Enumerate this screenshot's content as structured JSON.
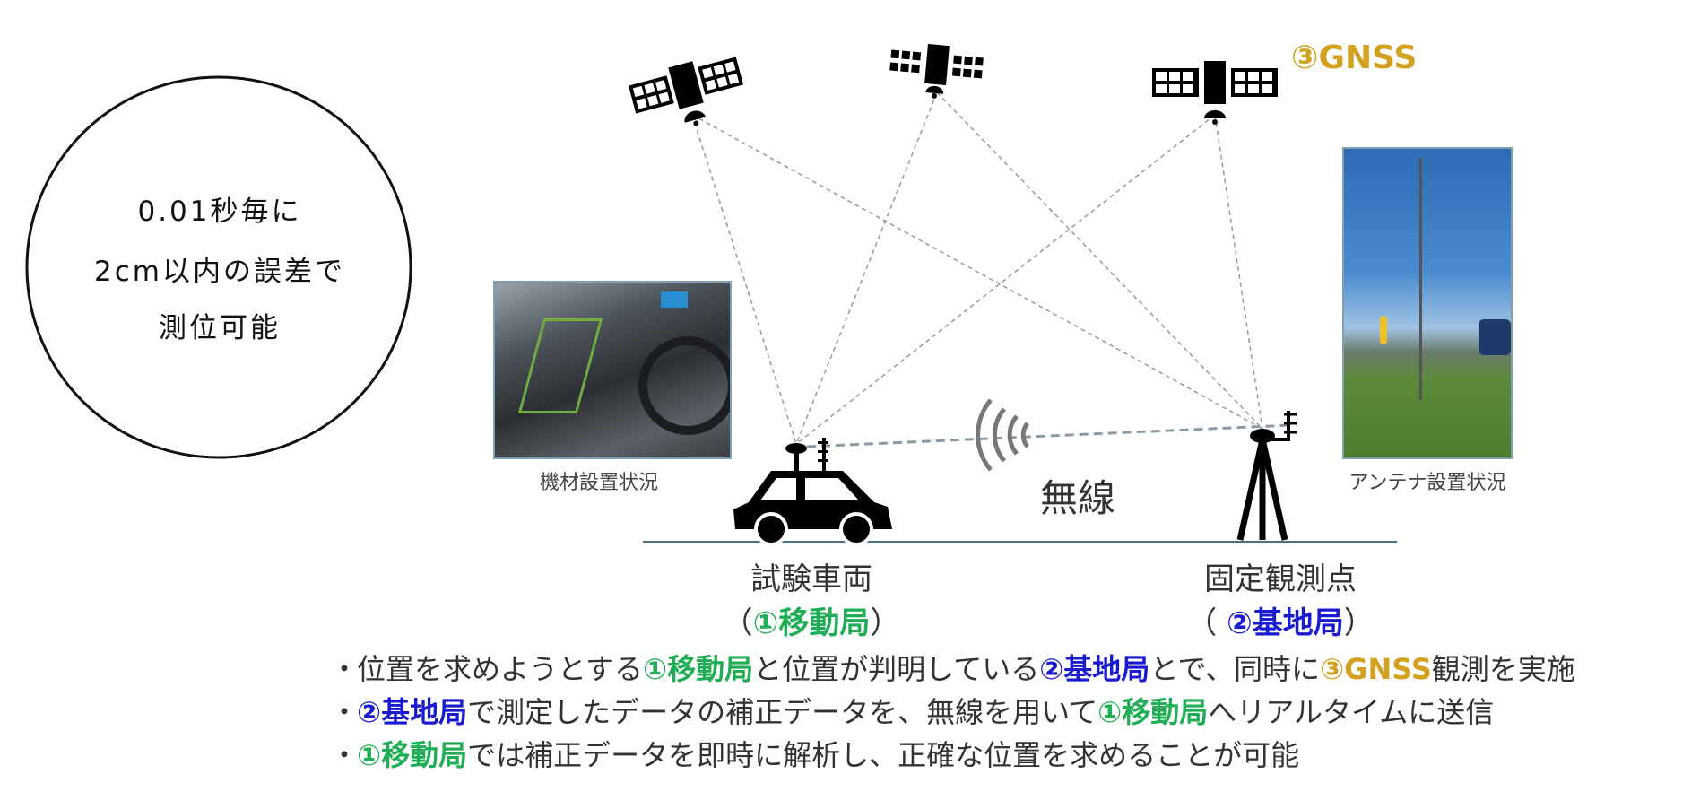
{
  "callout": {
    "lines": [
      "0.01秒毎に",
      "2cm以内の誤差で",
      "測位可能"
    ]
  },
  "gnss_label": "③GNSS",
  "photos": {
    "vehicle_caption": "機材設置状況",
    "antenna_caption": "アンテナ設置状況"
  },
  "wireless_label": "無線",
  "mobile_station": {
    "name": "試験車両",
    "open": "（",
    "role": "①移動局",
    "close": "）"
  },
  "base_station": {
    "name": "固定観測点",
    "open": "（ ",
    "role": "②基地局",
    "close": "）"
  },
  "bullets": [
    {
      "parts": [
        "位置を求めようとする",
        "①移動局",
        "と位置が判明している",
        "②基地局",
        "とで、同時に",
        "③GNSS",
        "観測を実施"
      ]
    },
    {
      "parts": [
        "②基地局",
        "で測定したデータの補正データを、無線を用いて",
        "①移動局",
        "へリアルタイムに送信"
      ]
    },
    {
      "parts": [
        "①移動局",
        "では補正データを即時に解析し、正確な位置を求めることが可能"
      ]
    }
  ],
  "bullet_marker": "・",
  "colors": {
    "mobile": "#1fae55",
    "base": "#1a1ad0",
    "gnss": "#d4a020"
  }
}
